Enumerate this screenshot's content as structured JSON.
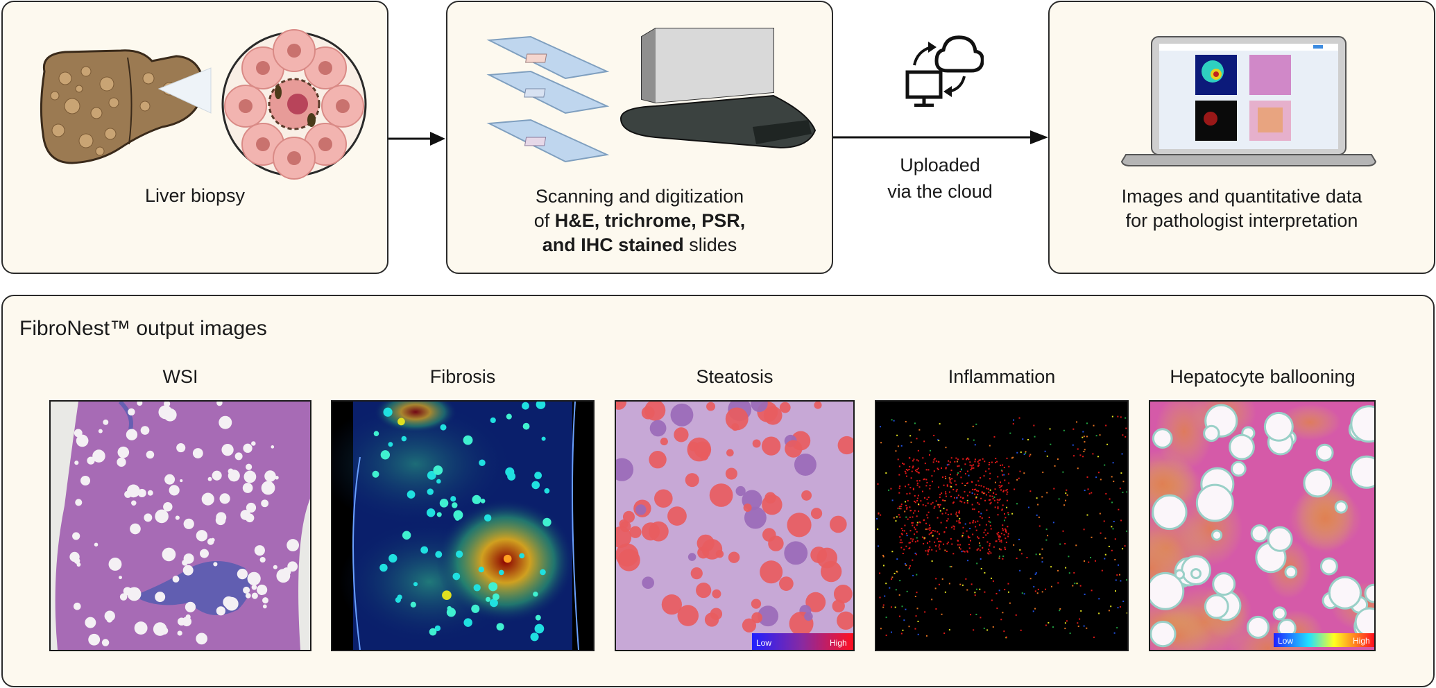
{
  "top": {
    "biopsy_caption": "Liver biopsy",
    "scan_caption_line1": "Scanning and digitization",
    "scan_caption_of": "of ",
    "scan_caption_bold1": "H&E, trichrome, PSR,",
    "scan_caption_bold2": "and IHC stained",
    "scan_caption_tail": " slides",
    "upload_line1": "Uploaded",
    "upload_line2": "via the cloud",
    "result_line1": "Images and quantitative data",
    "result_line2": "for pathologist interpretation"
  },
  "output": {
    "title": "FibroNest™ output images",
    "panels": [
      {
        "label": "WSI"
      },
      {
        "label": "Fibrosis"
      },
      {
        "label": "Steatosis"
      },
      {
        "label": "Inflammation"
      },
      {
        "label": "Hepatocyte ballooning"
      }
    ],
    "legend_low": "Low",
    "legend_high": "High"
  },
  "colors": {
    "box_fill": "#fdf9ef",
    "border": "#2a2a2a",
    "tissue_purple": "#a76bb5",
    "fibrosis_bg": "#0a1f6b",
    "inflammation_red": "#e01818"
  }
}
